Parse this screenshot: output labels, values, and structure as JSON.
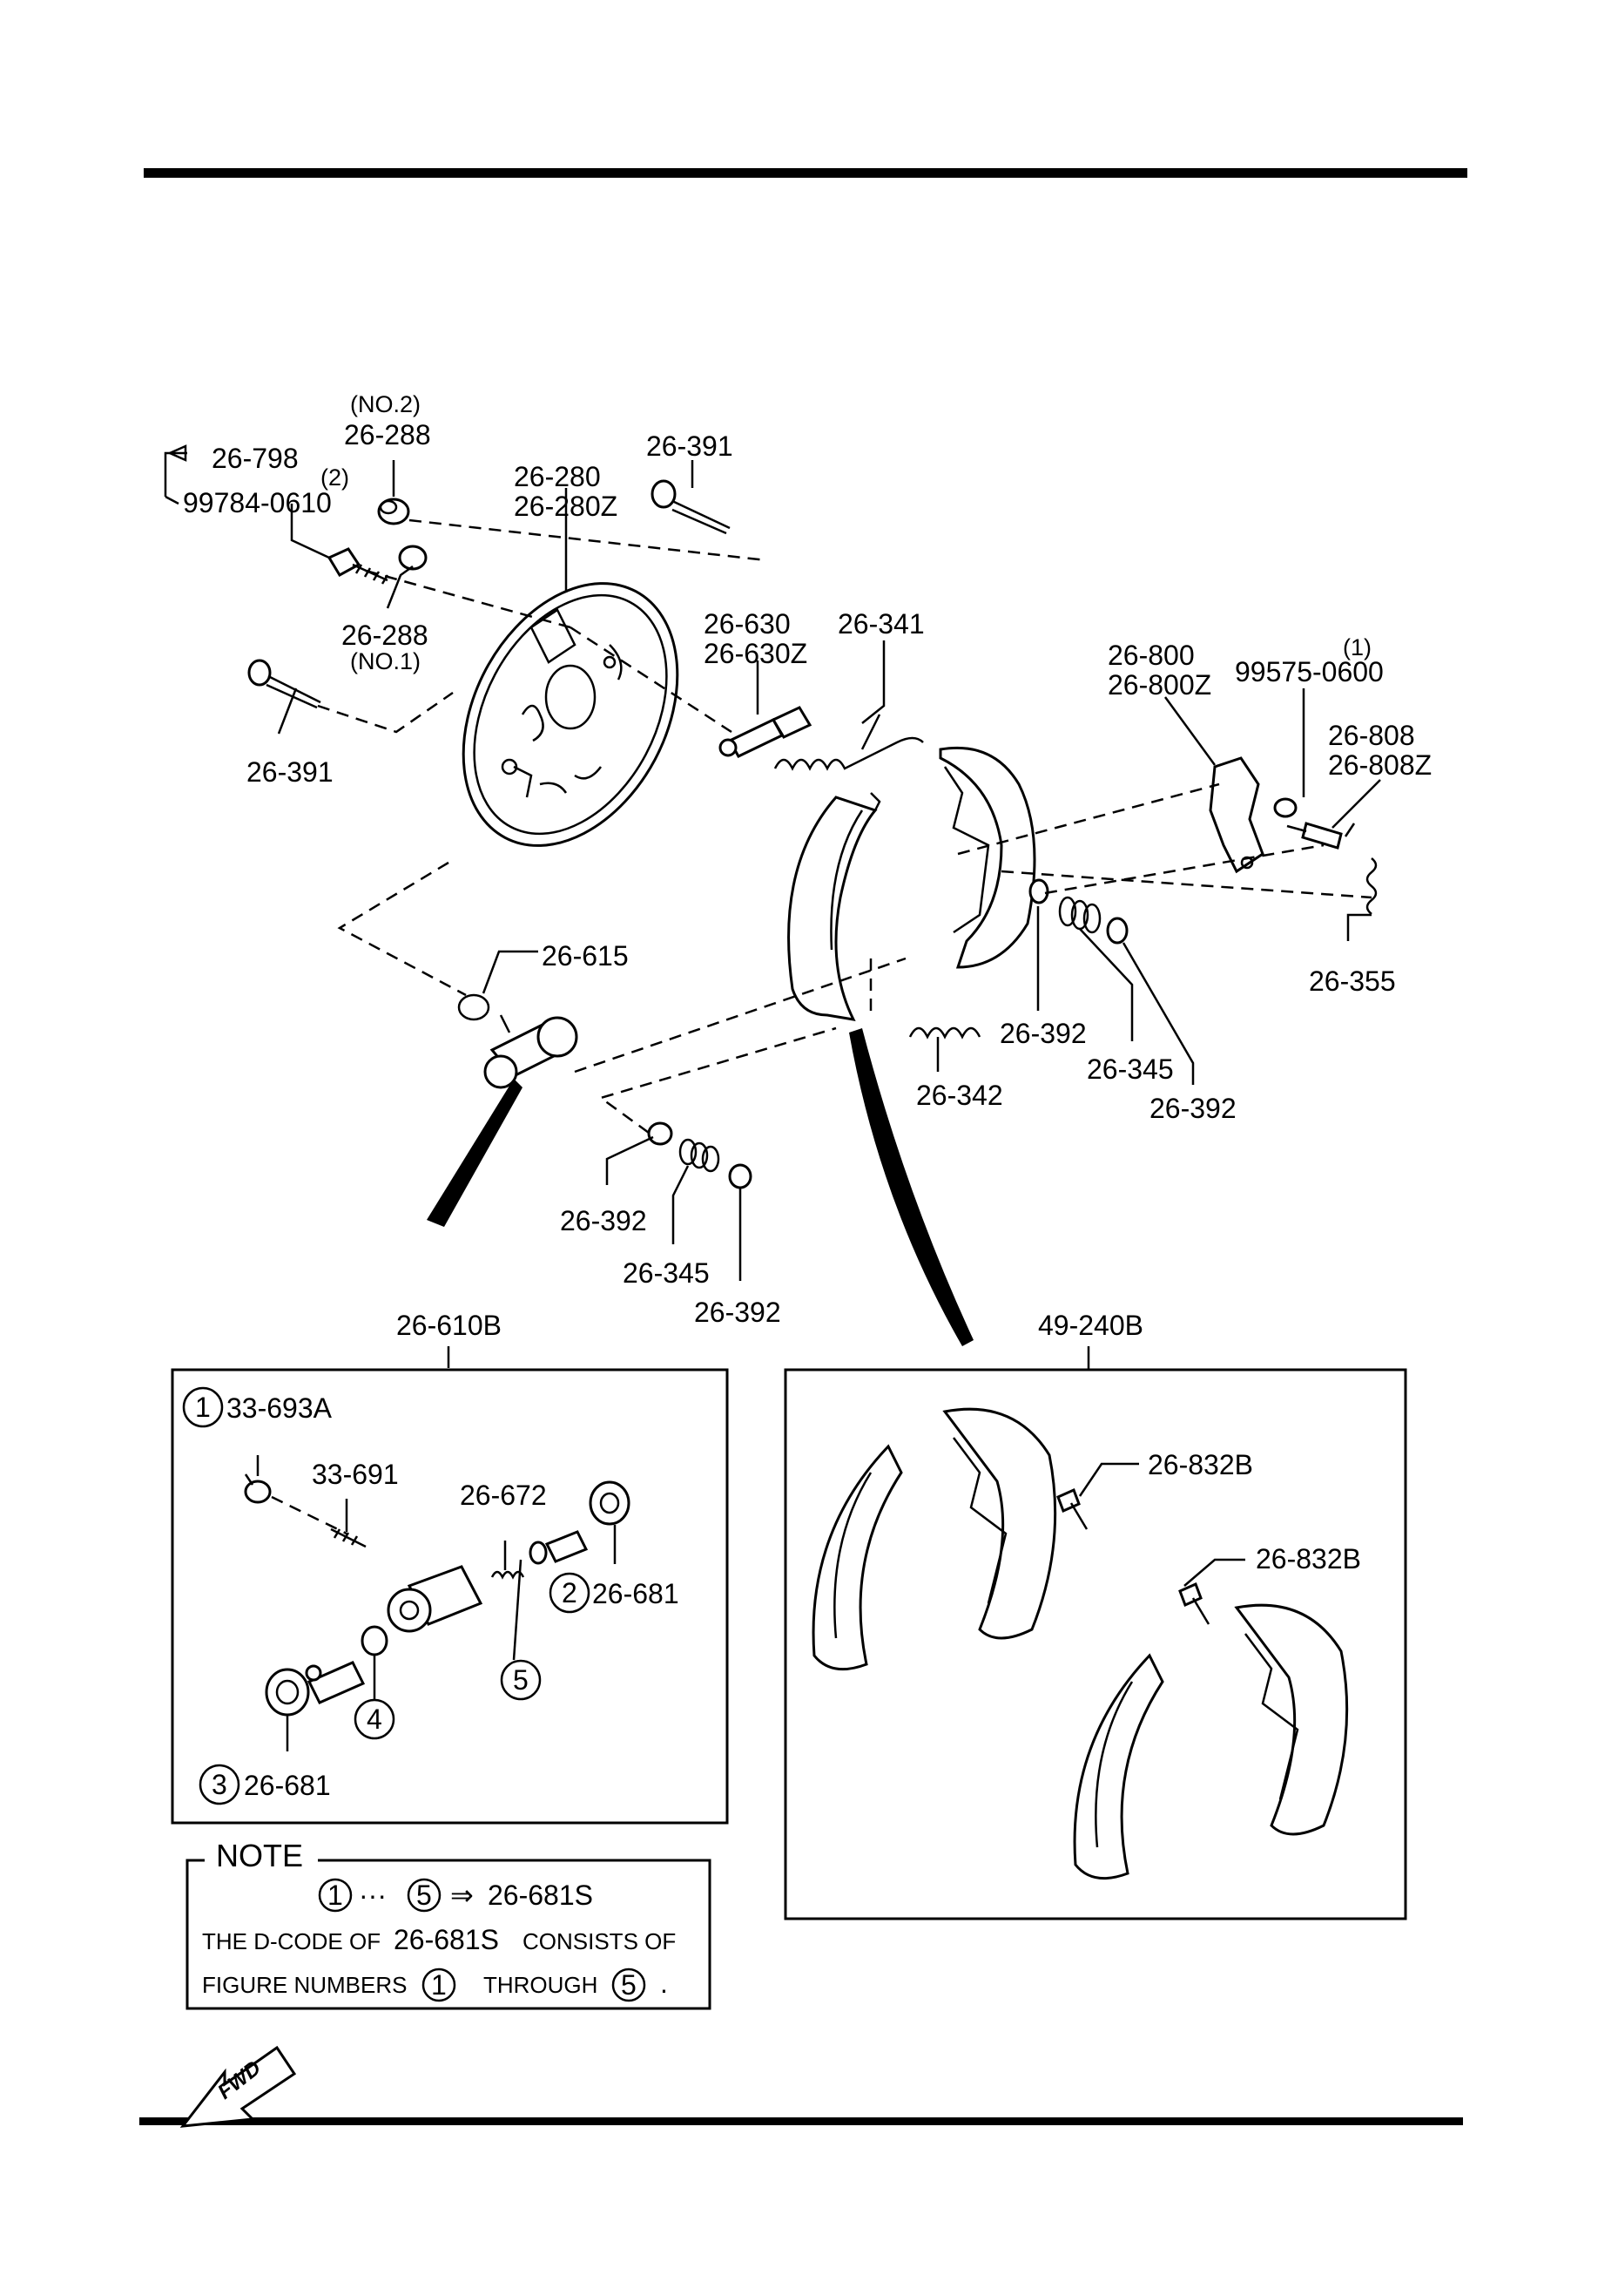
{
  "labels": {
    "no2": "(NO.2)",
    "p26_288_top": "26-288",
    "p26_798": "26-798",
    "qty2": "(2)",
    "p99784": "99784-0610",
    "p26_280": "26-280",
    "p26_280z": "26-280Z",
    "p26_391_top": "26-391",
    "p26_288_mid": "26-288",
    "no1": "(NO.1)",
    "p26_391_left": "26-391",
    "p26_630": "26-630",
    "p26_630z": "26-630Z",
    "p26_341": "26-341",
    "p26_800": "26-800",
    "p26_800z": "26-800Z",
    "qty1": "(1)",
    "p99575": "99575-0600",
    "p26_808": "26-808",
    "p26_808z": "26-808Z",
    "p26_355": "26-355",
    "p26_615": "26-615",
    "p26_392_a": "26-392",
    "p26_345_a": "26-345",
    "p26_392_b": "26-392",
    "p26_342": "26-342",
    "p26_392_c": "26-392",
    "p26_345_b": "26-345",
    "p26_392_d": "26-392",
    "p26_610b": "26-610B",
    "p49_240b": "49-240B",
    "p33_693a": "33-693A",
    "p33_691": "33-691",
    "p26_672": "26-672",
    "p26_681_2": "26-681",
    "p26_681_3": "26-681",
    "p26_832b_a": "26-832B",
    "p26_832b_b": "26-832B"
  },
  "callouts": {
    "c1": "1",
    "c2": "2",
    "c3": "3",
    "c4": "4",
    "c5": "5"
  },
  "note": {
    "title": "NOTE",
    "circ1": "1",
    "dots": "···",
    "circ5": "5",
    "arrow": "⇒",
    "result": "26-681S",
    "line2_a": "THE D-CODE OF",
    "line2_b": "26-681S",
    "line2_c": "CONSISTS OF",
    "line3_a": "FIGURE NUMBERS",
    "line3_b": "1",
    "line3_c": "THROUGH",
    "line3_d": "5",
    "line3_e": "."
  },
  "fwd": "FWD"
}
